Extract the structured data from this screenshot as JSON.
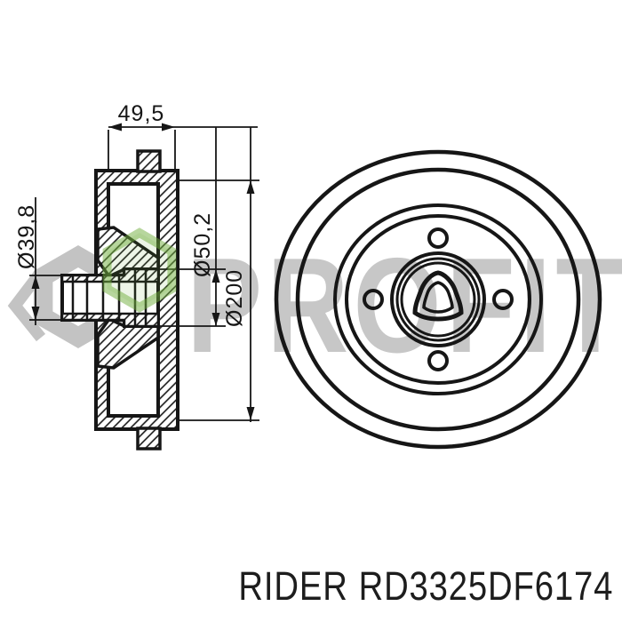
{
  "watermark": {
    "brand": "PROFIT",
    "text_color": "#c7c7c7",
    "logo_gray": "#c3c3c3",
    "logo_green": "#6fae3c"
  },
  "drawing": {
    "line_color": "#161616",
    "dimensions": {
      "depth": {
        "label": "49,5"
      },
      "hub_shaft": {
        "label": "Ø39,8"
      },
      "hub_flange": {
        "label": "Ø50,2"
      },
      "drum_inner": {
        "label": "Ø200"
      }
    }
  },
  "footer": {
    "brand": "RIDER",
    "part_number": "RD3325DF6174",
    "text_color": "#1d1d1d"
  }
}
